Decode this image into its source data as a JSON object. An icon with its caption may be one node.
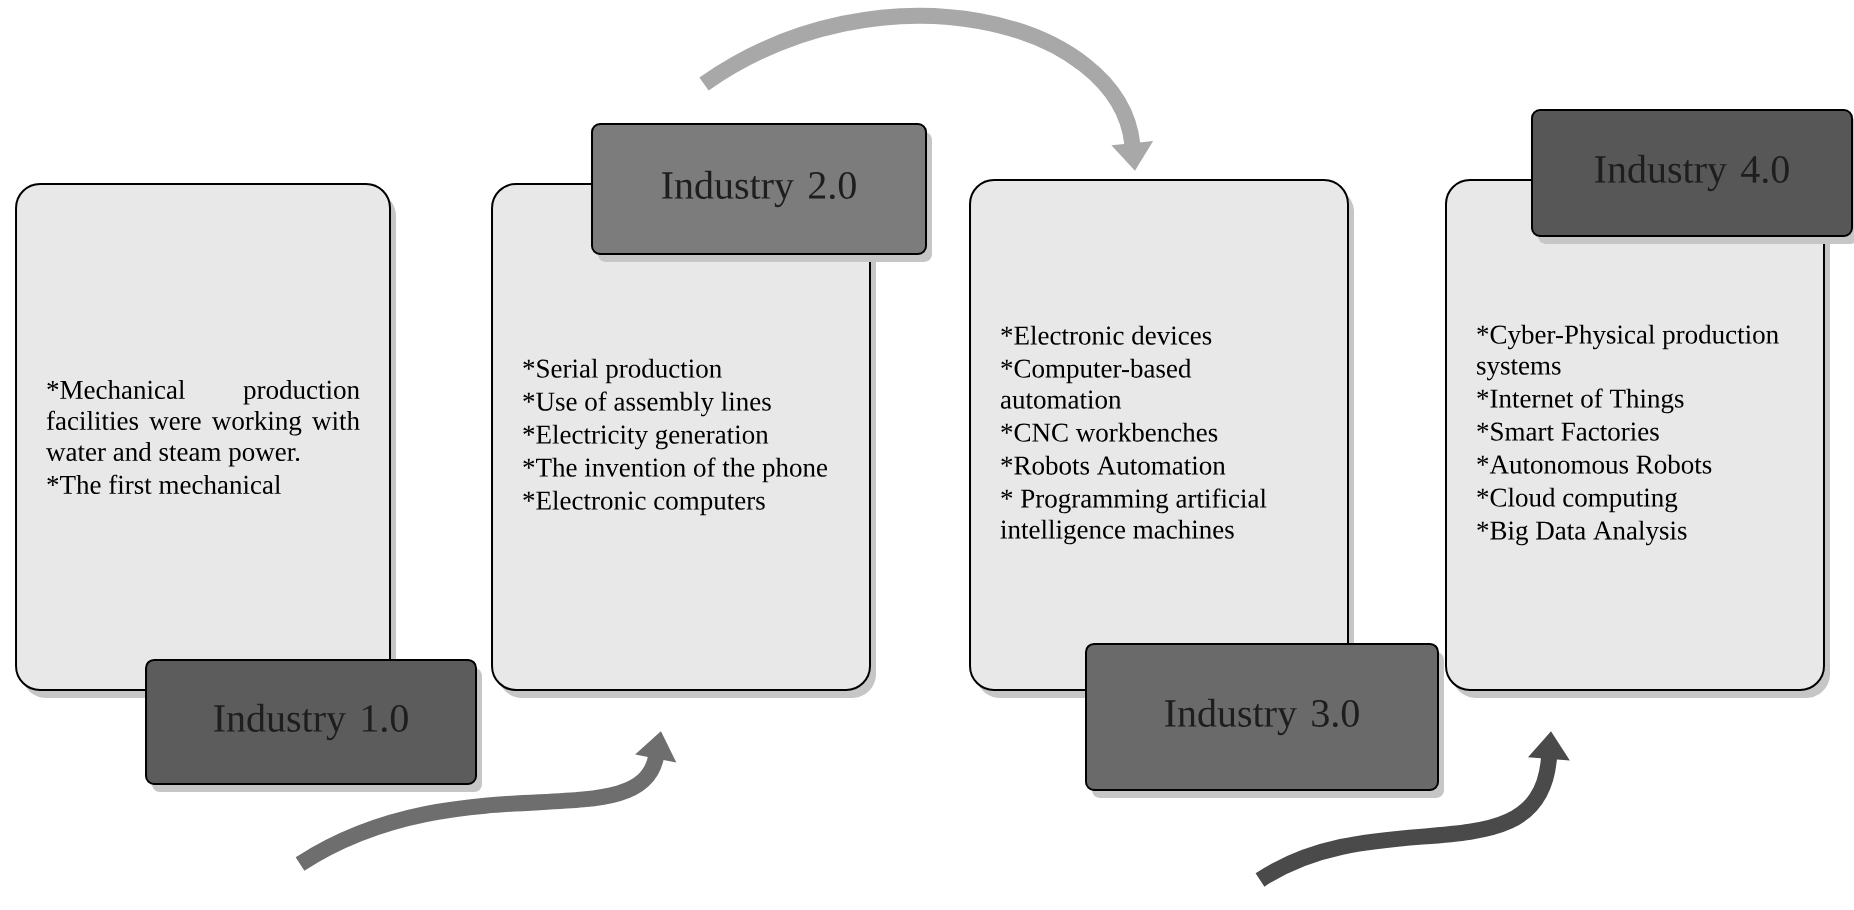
{
  "diagram": {
    "nodes": [
      {
        "text": [
          "*Mechanical production facilities were working with water and steam power.",
          "*The first mechanical"
        ]
      },
      {
        "text": [
          "Industry 1.0"
        ]
      },
      {
        "text": [
          "*Serial production",
          "*Use of assembly lines",
          "*Electricity generation",
          "*The invention of the phone",
          "*Electronic computers"
        ]
      },
      {
        "text": [
          "Industry 2.0"
        ]
      },
      {
        "text": [
          "*Electronic devices",
          "*Computer-based automation",
          "*CNC workbenches",
          "*Robots Automation",
          "* Programming artificial intelligence machines"
        ]
      },
      {
        "text": [
          "Industry 3.0"
        ]
      },
      {
        "text": [
          "*Cyber-Physical production systems",
          "*Internet of Things",
          "*Smart Factories",
          "*Autonomous Robots",
          "*Cloud computing",
          "*Big Data Analysis"
        ]
      },
      {
        "text": [
          "Industry 4.0"
        ]
      }
    ],
    "edges": [
      {
        "from": null,
        "to": 2,
        "arrow": "to",
        "color": "#6e6e6e"
      },
      {
        "from": null,
        "to": 4,
        "arrow": "to",
        "color": "#a8a8a8"
      },
      {
        "from": null,
        "to": 6,
        "arrow": "to",
        "color": "#4a4a4a"
      }
    ]
  }
}
